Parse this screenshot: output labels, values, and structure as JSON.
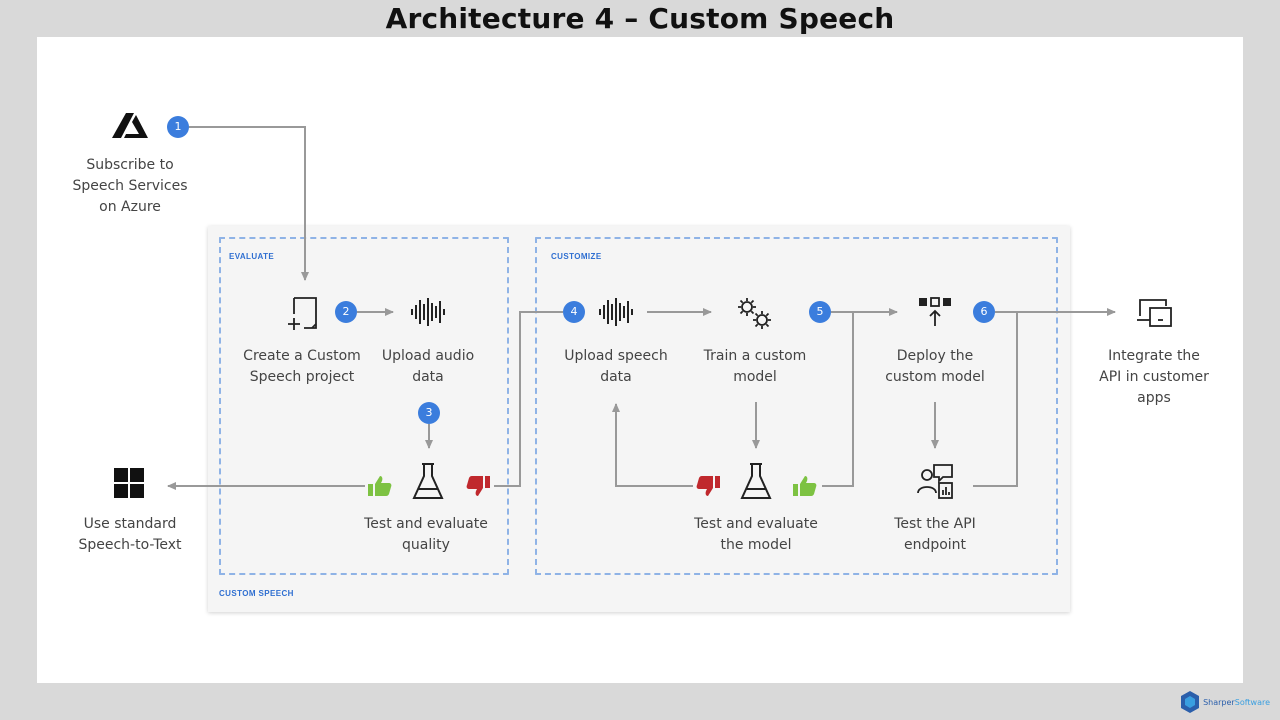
{
  "title": "Architecture 4 – Custom Speech",
  "sections": {
    "evaluate": "EVALUATE",
    "customize": "CUSTOMIZE",
    "custom_speech": "CUSTOM SPEECH"
  },
  "steps": {
    "subscribe": "Subscribe to\nSpeech Services\non Azure",
    "create_project": "Create a Custom\nSpeech project",
    "upload_audio": "Upload audio\ndata",
    "test_quality": "Test and evaluate\nquality",
    "use_standard": "Use standard\nSpeech-to-Text",
    "upload_speech": "Upload speech\ndata",
    "train_model": "Train a custom\nmodel",
    "test_model": "Test and evaluate\nthe model",
    "deploy_model": "Deploy the\ncustom model",
    "test_api": "Test the API\nendpoint",
    "integrate_api": "Integrate the\nAPI in customer\napps"
  },
  "badges": [
    "1",
    "2",
    "3",
    "4",
    "5",
    "6"
  ],
  "colors": {
    "badge": "#3b7ddd",
    "dash": "#8fb3e6",
    "section_label": "#2f6fd1",
    "thumbs_up": "#7dc242",
    "thumbs_down": "#c0282d",
    "arrow": "#999999"
  },
  "icons": [
    "azure-logo-icon",
    "new-project-icon",
    "waveform-icon",
    "gears-icon",
    "deploy-icon",
    "flask-icon",
    "thumbs-up-icon",
    "thumbs-down-icon",
    "windows-grid-icon",
    "user-dashboard-icon",
    "devices-icon"
  ],
  "branding": {
    "name_part1": "Sharper",
    "name_part2": "Software"
  }
}
